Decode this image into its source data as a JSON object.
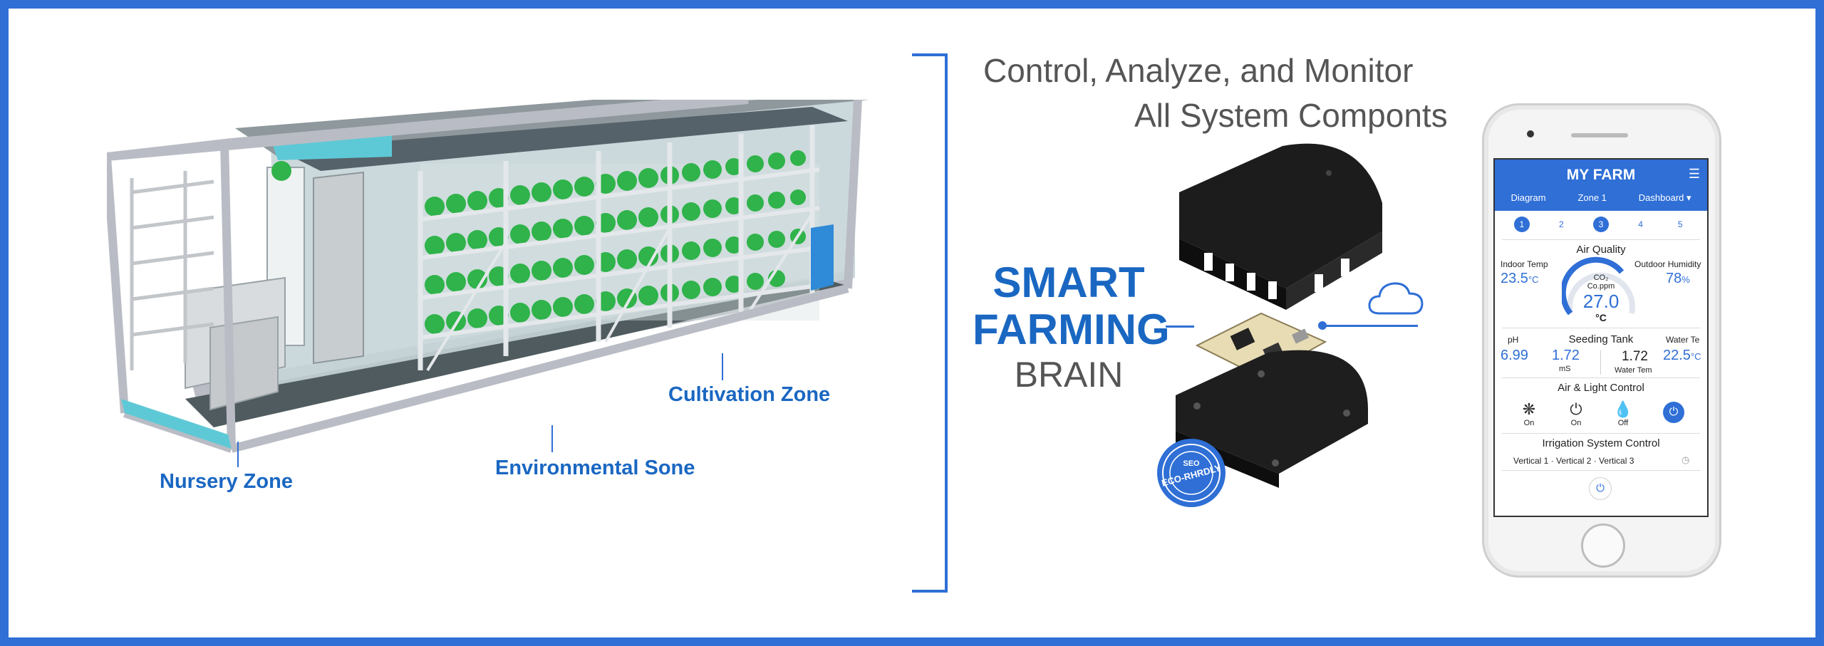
{
  "zones": {
    "nursery": "Nursery Zone",
    "environmental": "Environmental Sone",
    "cultivation": "Cultivation Zone"
  },
  "headline": {
    "line1": "Control, Analyze, and Monitor",
    "line2": "All System Componts"
  },
  "brand": {
    "smart": "SMART",
    "farming": "FARMING",
    "brain": "BRAIN"
  },
  "badge": {
    "top": "SEO",
    "main": "ECO-RHRDLY"
  },
  "app": {
    "title": "MY FARM",
    "tabs": [
      "Diagram",
      "Zone 1",
      "Dashboard"
    ],
    "steps": [
      "1",
      "2",
      "3",
      "4",
      "5"
    ],
    "active_step": "3",
    "air_quality": {
      "title": "Air Quality",
      "indoor_label": "Indoor Temp",
      "indoor_value": "23.5",
      "indoor_unit": "°C",
      "gauge_label": "CO₂",
      "gauge_sublabel": "Co.ppm",
      "gauge_value": "27.0",
      "gauge_unit": "°C",
      "outdoor_label": "Outdoor Humidity",
      "outdoor_value": "78",
      "outdoor_unit": "%"
    },
    "seeding_tank": {
      "title": "Seeding Tank",
      "ph_label": "pH",
      "ph_value": "6.99",
      "ec_value": "1.72",
      "ec_unit": "mS",
      "water_tem_value": "1.72",
      "water_tem_label": "Water Tem",
      "water_te_label": "Water Te",
      "water_te_value": "22.5",
      "water_te_unit": "°C"
    },
    "air_light": {
      "title": "Air & Light Control",
      "fan_state": "On",
      "power_state": "On",
      "water_state": "Off"
    },
    "irrigation": {
      "title": "Irrigation System Control",
      "zones": "Vertical 1 · Vertical 2 · Vertical 3"
    }
  },
  "colors": {
    "accent": "#2f6fd6",
    "label_blue": "#1a67c2",
    "plant_green": "#2fb34a",
    "frame_gray": "#b9bcc4"
  }
}
